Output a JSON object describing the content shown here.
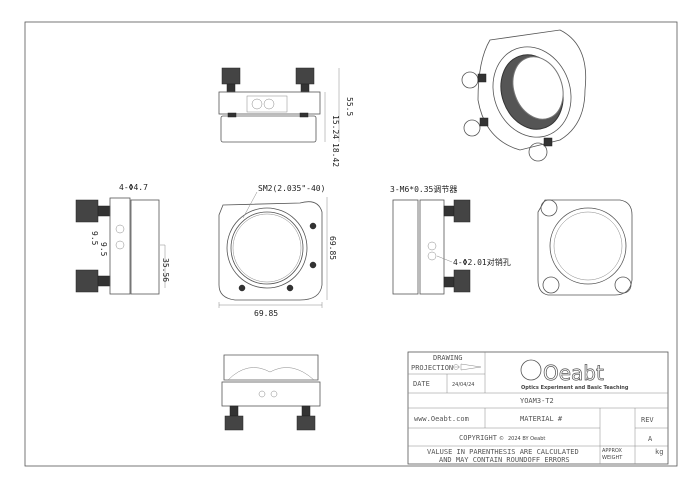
{
  "dimensions": {
    "top_overall_height": "55.5",
    "top_upper_height": "15.24",
    "top_lower_height": "18.42",
    "side_hole_label": "4-Φ4.7",
    "side_hole_spacing_a": "9.5",
    "side_hole_spacing_b": "9.5",
    "side_height": "35.56",
    "front_thread": "SM2(2.035\"-40)",
    "front_height": "69.85",
    "front_width": "69.85",
    "adjuster_label": "3-M6*0.35调节器",
    "pin_hole_label": "4-Φ2.01对销孔"
  },
  "title_block": {
    "drawing_label": "DRAWING",
    "projection_label": "PROJECTION",
    "date_label": "DATE",
    "date_value": "24/04/24",
    "logo_text": "Oeabt",
    "logo_tagline": "Optics Experiment and Basic Teaching",
    "part_number": "YOAM3-T2",
    "website": "www.Oeabt.com",
    "material_label": "MATERIAL #",
    "rev_label": "REV",
    "rev_value": "A",
    "copyright": "COPYRIGHT",
    "copyright_year": "2024 BY Oeabt",
    "note_line1": "VALUSE IN PARENTHESIS ARE CALCULATED",
    "note_line2": "AND MAY CONTAIN ROUNDOFF ERRORS",
    "weight_label1": "APPROX",
    "weight_label2": "WEIGHT",
    "weight_unit": "kg"
  }
}
